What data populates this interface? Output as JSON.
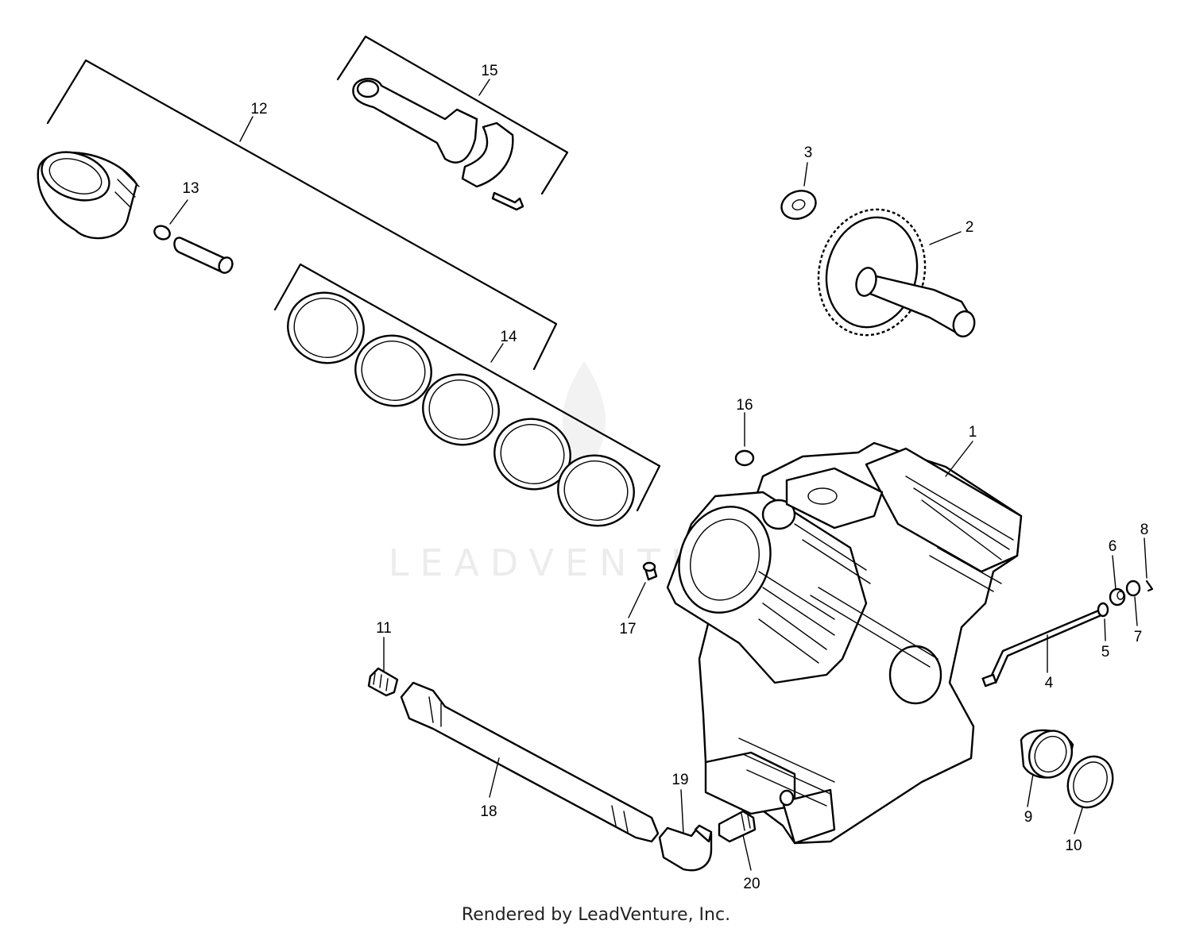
{
  "watermark": {
    "text": "LEADVENTURE"
  },
  "footer": {
    "text": "Rendered by LeadVenture, Inc."
  },
  "callouts": [
    {
      "id": "1",
      "label": "1"
    },
    {
      "id": "2",
      "label": "2"
    },
    {
      "id": "3",
      "label": "3"
    },
    {
      "id": "4",
      "label": "4"
    },
    {
      "id": "5",
      "label": "5"
    },
    {
      "id": "6",
      "label": "6"
    },
    {
      "id": "7",
      "label": "7"
    },
    {
      "id": "8",
      "label": "8"
    },
    {
      "id": "9",
      "label": "9"
    },
    {
      "id": "10",
      "label": "10"
    },
    {
      "id": "11",
      "label": "11"
    },
    {
      "id": "12",
      "label": "12"
    },
    {
      "id": "13",
      "label": "13"
    },
    {
      "id": "14",
      "label": "14"
    },
    {
      "id": "15",
      "label": "15"
    },
    {
      "id": "16",
      "label": "16"
    },
    {
      "id": "17",
      "label": "17"
    },
    {
      "id": "18",
      "label": "18"
    },
    {
      "id": "19",
      "label": "19"
    },
    {
      "id": "20",
      "label": "20"
    }
  ]
}
